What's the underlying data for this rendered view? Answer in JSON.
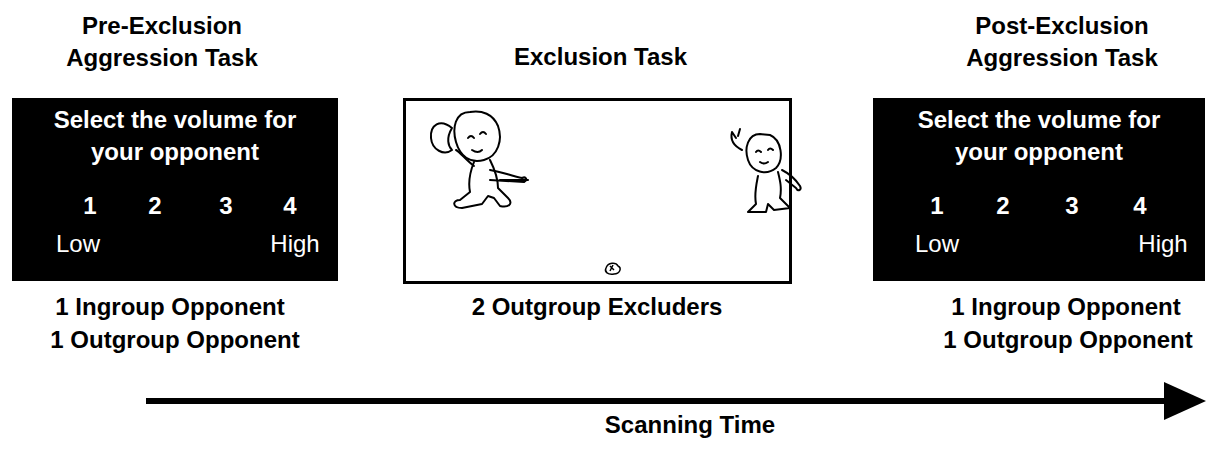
{
  "diagram": {
    "nodes": [
      {
        "text": [
          "Pre-Exclusion Aggression Task",
          "Select the volume for your opponent",
          "1",
          "2",
          "3",
          "4",
          "Low",
          "High"
        ]
      },
      {
        "text": [
          "Exclusion Task"
        ]
      },
      {
        "text": [
          "Post-Exclusion Aggression Task",
          "Select the volume for your opponent",
          "1",
          "2",
          "3",
          "4",
          "Low",
          "High"
        ]
      }
    ],
    "labels": [
      "1 Ingroup Opponent",
      "1 Outgroup Opponent",
      "2 Outgroup Excluders",
      "1 Ingroup Opponent",
      "1 Outgroup Opponent",
      "Scanning Time"
    ]
  }
}
